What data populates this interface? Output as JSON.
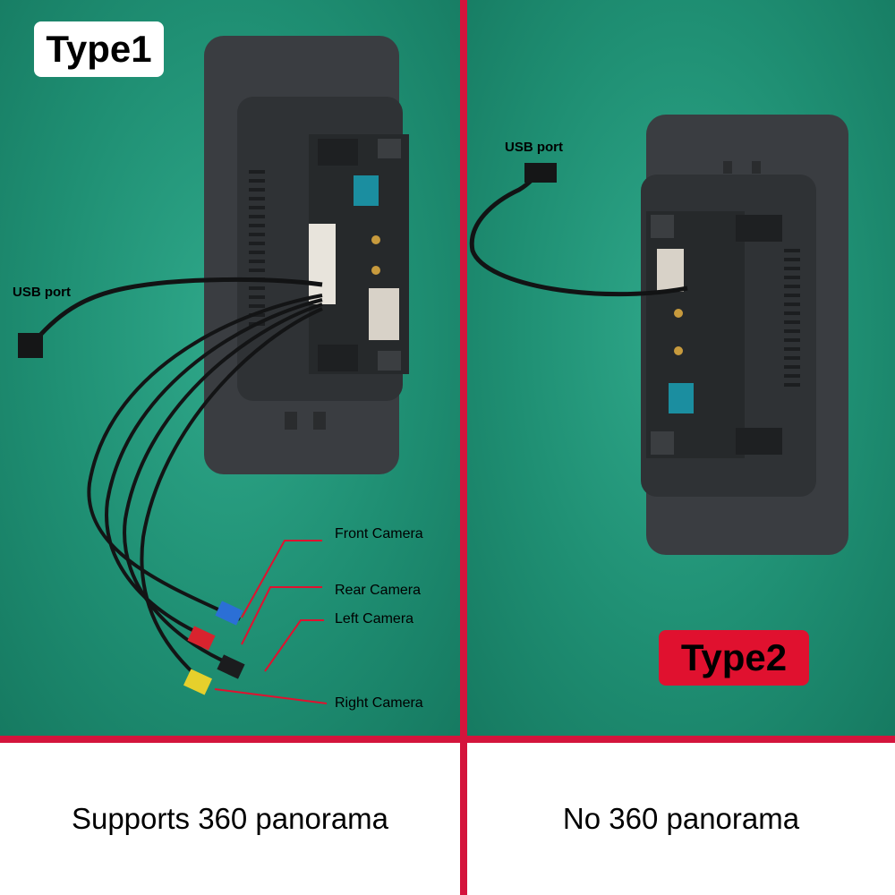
{
  "type1": {
    "badge": "Type1",
    "caption": "Supports 360 panorama",
    "usb_label": "USB port",
    "cameras": {
      "front": "Front Camera",
      "rear": "Rear Camera",
      "left": "Left Camera",
      "right": "Right Camera"
    }
  },
  "type2": {
    "badge": "Type2",
    "caption": "No 360 panorama",
    "usb_label": "USB port"
  },
  "colors": {
    "divider": "#d4143c",
    "type2_badge": "#e0112f",
    "background_table": "#1f8f73"
  }
}
